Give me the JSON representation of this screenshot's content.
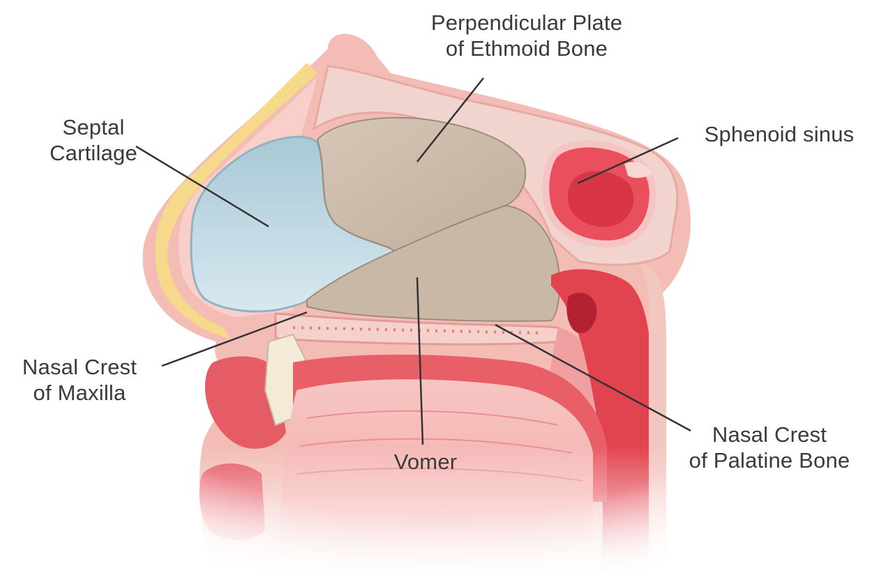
{
  "labels": {
    "perpendicular_plate": {
      "line1": "Perpendicular Plate",
      "line2": "of Ethmoid Bone"
    },
    "septal_cartilage": {
      "line1": "Septal",
      "line2": "Cartilage"
    },
    "sphenoid_sinus": {
      "line1": "Sphenoid sinus"
    },
    "nasal_crest_maxilla": {
      "line1": "Nasal Crest",
      "line2": "of Maxilla"
    },
    "vomer": {
      "line1": "Vomer"
    },
    "nasal_crest_palatine": {
      "line1": "Nasal Crest",
      "line2": "of Palatine Bone"
    }
  },
  "colors": {
    "skin": "#f2b3ae",
    "cartilage": "#c9dde6",
    "bone": "#c8b7a6",
    "sinus": "#e94f5c",
    "mucosa": "#e8707a",
    "fat": "#f6d98a",
    "leader_line": "#333333"
  }
}
